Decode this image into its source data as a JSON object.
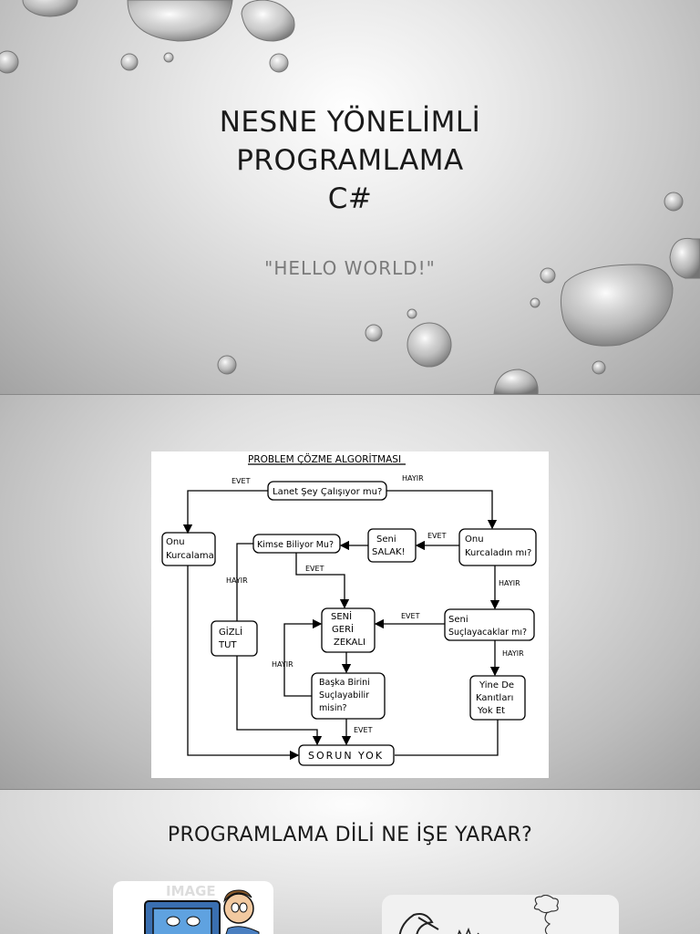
{
  "slide1": {
    "title_lines": [
      "NESNE YÖNELİMLİ",
      "PROGRAMLAMA",
      "C#"
    ],
    "subtitle": "\"HELLO WORLD!\""
  },
  "slide2": {
    "flowchart": {
      "heading": "PROBLEM ÇÖZME ALGORİTMASI",
      "nodes": {
        "q_works": "Lanet Şey Çalışıyor mu?",
        "dont_touch": [
          "Onu",
          "Kurcalama"
        ],
        "who_knows": "Kimse Biliyor Mu?",
        "stupid": [
          "Seni",
          "SALAK!"
        ],
        "touched": [
          "Onu",
          "Kurcaladın mı?"
        ],
        "idiot": [
          "SENİ",
          "GERİ",
          "ZEKALI"
        ],
        "hide": [
          "GİZLİ",
          "TUT"
        ],
        "blame_you": [
          "Seni",
          "Suçlayacaklar mı?"
        ],
        "blame_other": [
          "Başka Birini",
          "Suçlayabilir",
          "misin?"
        ],
        "destroy": [
          "Yine De",
          "Kanıtları",
          "Yok Et"
        ],
        "no_problem": "SORUN YOK"
      },
      "labels": {
        "yes": "EVET",
        "no": "HAYIR"
      }
    }
  },
  "slide3": {
    "title": "PROGRAMLAMA DİLİ NE İŞE YARAR?",
    "image_watermark": "IMAGE"
  }
}
